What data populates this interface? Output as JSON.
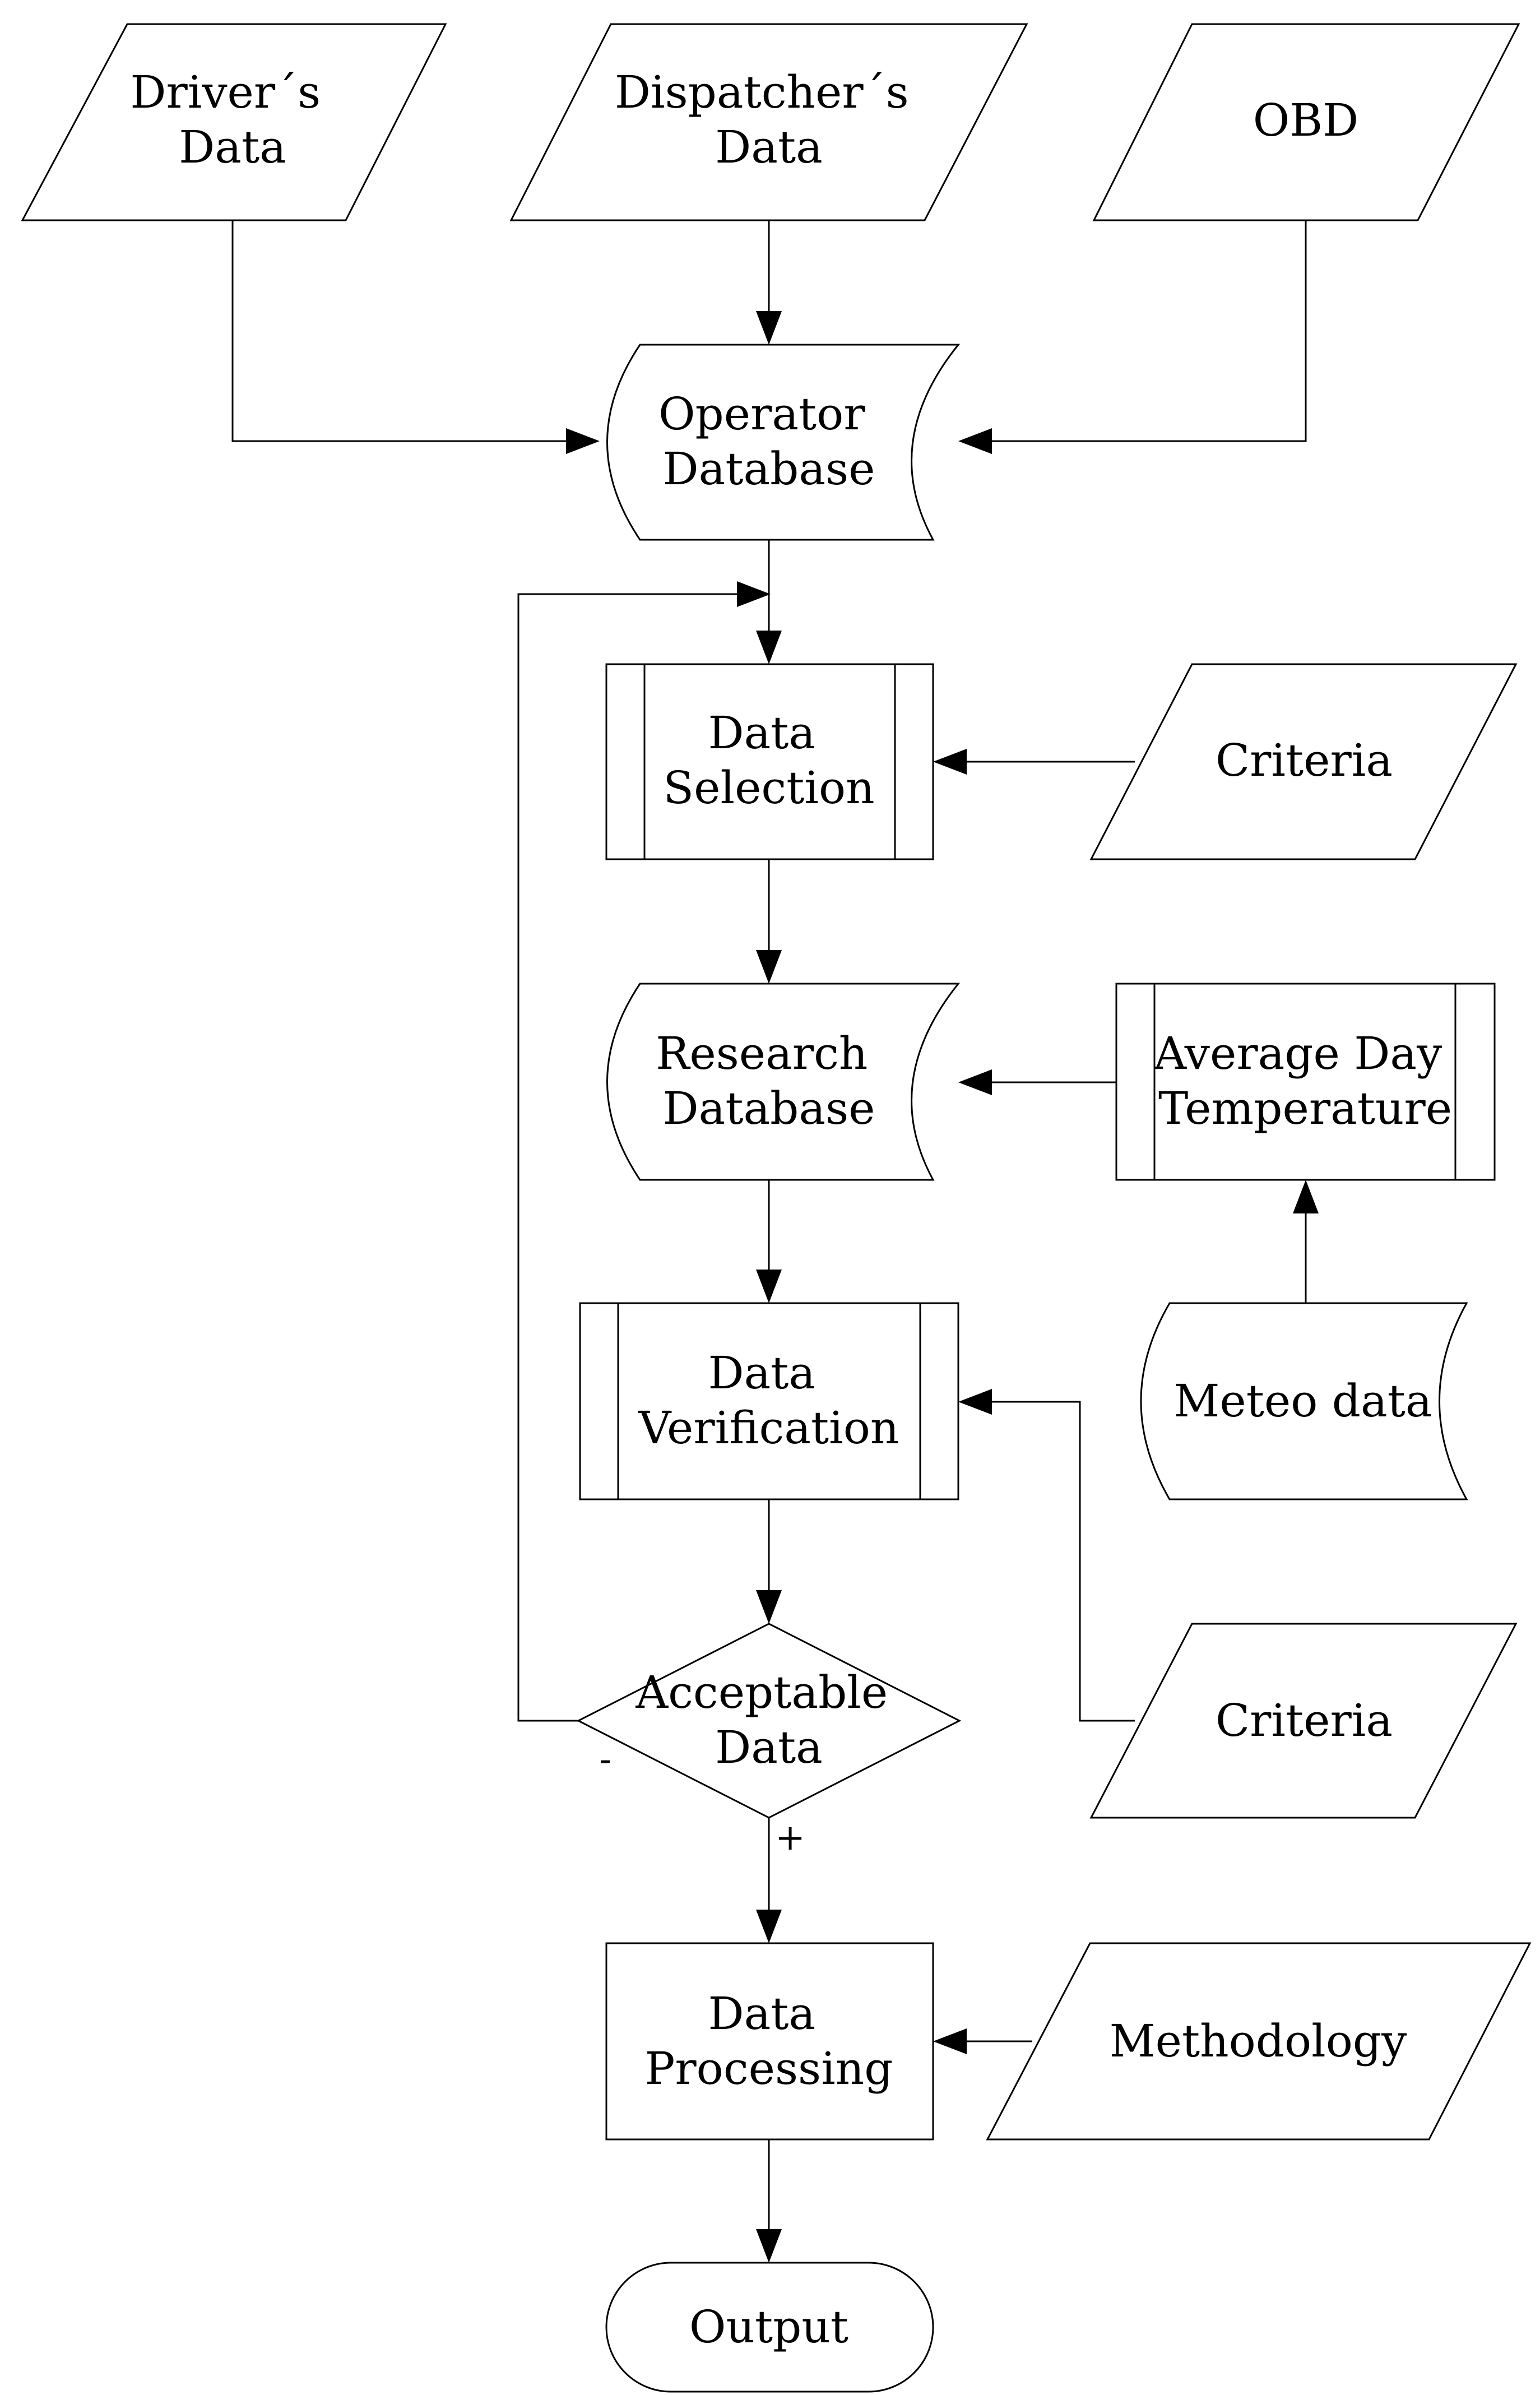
{
  "flowchart": {
    "inputs": {
      "drivers_data": [
        "Driver´s",
        "Data"
      ],
      "dispatchers_data": [
        "Dispatcher´s",
        "Data"
      ],
      "obd": [
        "OBD"
      ]
    },
    "operator_database": [
      "Operator",
      "Database"
    ],
    "data_selection": [
      "Data",
      "Selection"
    ],
    "criteria_selection": [
      "Criteria"
    ],
    "research_database": [
      "Research",
      "Database"
    ],
    "average_day_temperature": [
      "Average Day",
      "Temperature"
    ],
    "meteo_data": [
      "Meteo data"
    ],
    "data_verification": [
      "Data",
      "Verification"
    ],
    "acceptable_data": [
      "Acceptable",
      "Data"
    ],
    "criteria_verification": [
      "Criteria"
    ],
    "reject_sign": "-",
    "accept_sign": "+",
    "data_processing": [
      "Data",
      "Processing"
    ],
    "methodology": [
      "Methodology"
    ],
    "output": [
      "Output"
    ]
  }
}
